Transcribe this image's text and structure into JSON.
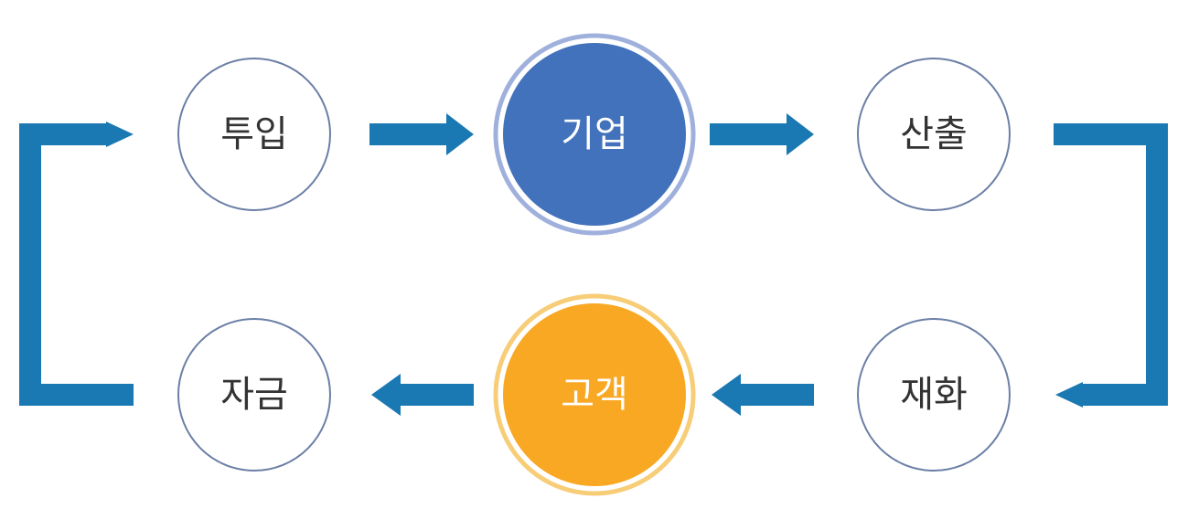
{
  "nodes": {
    "input": {
      "label": "투입"
    },
    "firm": {
      "label": "기업"
    },
    "output": {
      "label": "산출"
    },
    "funds": {
      "label": "자금"
    },
    "customer": {
      "label": "고객"
    },
    "goods": {
      "label": "재화"
    }
  },
  "colors": {
    "arrow": "#1a78b2",
    "circle_outline": "#6b7fa6",
    "firm_fill": "#4272bb",
    "firm_ring": "#9fb0dc",
    "customer_fill": "#f8a823",
    "customer_ring": "#f7cd78",
    "text_dark": "#333333",
    "text_light": "#ffffff"
  }
}
